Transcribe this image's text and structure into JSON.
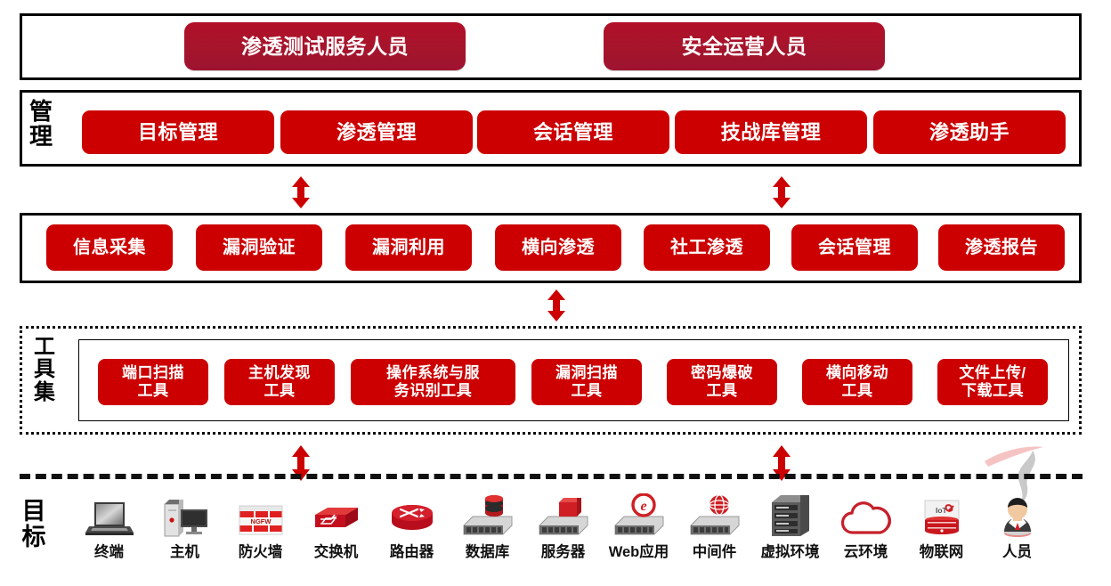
{
  "roles": {
    "items": [
      {
        "label": "渗透测试服务人员"
      },
      {
        "label": "安全运营人员"
      }
    ]
  },
  "management": {
    "side_label": "管理",
    "items": [
      {
        "label": "目标管理"
      },
      {
        "label": "渗透管理"
      },
      {
        "label": "会话管理"
      },
      {
        "label": "技战库管理"
      },
      {
        "label": "渗透助手"
      }
    ]
  },
  "capabilities": {
    "items": [
      {
        "label": "信息采集"
      },
      {
        "label": "漏洞验证"
      },
      {
        "label": "漏洞利用"
      },
      {
        "label": "横向渗透"
      },
      {
        "label": "社工渗透"
      },
      {
        "label": "会话管理"
      },
      {
        "label": "渗透报告"
      }
    ]
  },
  "toolset": {
    "side_label": "工具集",
    "items": [
      {
        "label": "端口扫描\n工具"
      },
      {
        "label": "主机发现\n工具"
      },
      {
        "label": "操作系统与服\n务识别工具"
      },
      {
        "label": "漏洞扫描\n工具"
      },
      {
        "label": "密码爆破\n工具"
      },
      {
        "label": "横向移动\n工具"
      },
      {
        "label": "文件上传/\n下载工具"
      }
    ]
  },
  "targets": {
    "side_label": "目标",
    "items": [
      {
        "label": "终端",
        "icon": "laptop-icon"
      },
      {
        "label": "主机",
        "icon": "desktop-pc-icon"
      },
      {
        "label": "防火墙",
        "icon": "firewall-icon",
        "badge": "NGFW"
      },
      {
        "label": "交换机",
        "icon": "switch-icon"
      },
      {
        "label": "路由器",
        "icon": "router-icon"
      },
      {
        "label": "数据库",
        "icon": "database-server-icon"
      },
      {
        "label": "服务器",
        "icon": "server-icon"
      },
      {
        "label": "Web应用",
        "icon": "web-application-icon"
      },
      {
        "label": "中间件",
        "icon": "middleware-icon"
      },
      {
        "label": "虚拟环境",
        "icon": "virtual-rack-icon"
      },
      {
        "label": "云环境",
        "icon": "cloud-icon"
      },
      {
        "label": "物联网",
        "icon": "iot-icon",
        "badge": "IoT"
      },
      {
        "label": "人员",
        "icon": "person-icon"
      }
    ]
  },
  "arrows": {
    "items": [
      {
        "name": "arrow-management-to-capabilities-left",
        "direction": "up-down"
      },
      {
        "name": "arrow-management-to-capabilities-right",
        "direction": "up-down"
      },
      {
        "name": "arrow-capabilities-to-toolset",
        "direction": "up-down"
      },
      {
        "name": "arrow-toolset-to-targets-left",
        "direction": "up-down"
      },
      {
        "name": "arrow-toolset-to-targets-right",
        "direction": "up-down"
      }
    ]
  },
  "colors": {
    "pill_dark": "#A5152C",
    "pill_bright": "#CC0000",
    "outline": "#000000",
    "background": "#FFFFFF"
  }
}
